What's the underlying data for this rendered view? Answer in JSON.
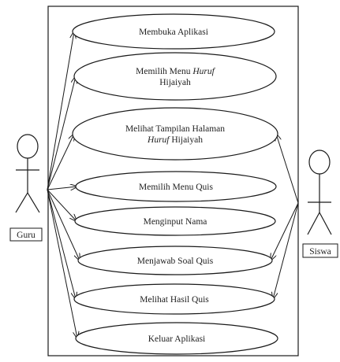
{
  "actors": {
    "guru": {
      "label": "Guru"
    },
    "siswa": {
      "label": "Siswa"
    }
  },
  "use_cases": [
    {
      "id": "membuka-aplikasi",
      "lines": [
        [
          {
            "t": "Membuka Aplikasi",
            "i": false
          }
        ]
      ]
    },
    {
      "id": "memilih-menu-huruf",
      "lines": [
        [
          {
            "t": "Memilih Menu ",
            "i": false
          },
          {
            "t": "Huruf",
            "i": true
          }
        ],
        [
          {
            "t": "Hijaiyah",
            "i": false
          }
        ]
      ]
    },
    {
      "id": "melihat-tampilan",
      "lines": [
        [
          {
            "t": "Melihat Tampilan Halaman",
            "i": false
          }
        ],
        [
          {
            "t": "Huruf",
            "i": true
          },
          {
            "t": " Hijaiyah",
            "i": false
          }
        ]
      ]
    },
    {
      "id": "memilih-menu-quis",
      "lines": [
        [
          {
            "t": "Memilih Menu Quis",
            "i": false
          }
        ]
      ]
    },
    {
      "id": "menginput-nama",
      "lines": [
        [
          {
            "t": "Menginput Nama",
            "i": false
          }
        ]
      ]
    },
    {
      "id": "menjawab-soal-quis",
      "lines": [
        [
          {
            "t": "Menjawab Soal Quis",
            "i": false
          }
        ]
      ]
    },
    {
      "id": "melihat-hasil-quis",
      "lines": [
        [
          {
            "t": "Melihat Hasil Quis",
            "i": false
          }
        ]
      ]
    },
    {
      "id": "keluar-aplikasi",
      "lines": [
        [
          {
            "t": "Keluar Aplikasi",
            "i": false
          }
        ]
      ]
    }
  ],
  "associations": {
    "guru": [
      "membuka-aplikasi",
      "memilih-menu-huruf",
      "melihat-tampilan",
      "memilih-menu-quis",
      "menginput-nama",
      "menjawab-soal-quis",
      "melihat-hasil-quis",
      "keluar-aplikasi"
    ],
    "siswa": [
      "melihat-tampilan",
      "menjawab-soal-quis",
      "melihat-hasil-quis"
    ]
  },
  "colors": {
    "stroke": "#1a1a1a",
    "text": "#222222",
    "background": "#ffffff"
  }
}
